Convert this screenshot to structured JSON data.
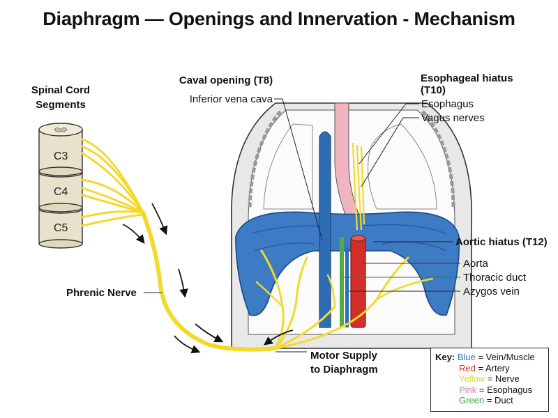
{
  "title": "Diaphragm — Openings and Innervation - Mechanism",
  "labels": {
    "spinal_cord_line1": "Spinal Cord",
    "spinal_cord_line2": "Segments",
    "c3": "C3",
    "c4": "C4",
    "c5": "C5",
    "phrenic_nerve": "Phrenic Nerve",
    "motor_supply_line1": "Motor Supply",
    "motor_supply_line2": "to Diaphragm",
    "caval_opening": "Caval opening (T8)",
    "inferior_vena_cava": "Inferior vena cava",
    "esophageal_hiatus_line1": "Esophageal hiatus",
    "esophageal_hiatus_line2": "(T10)",
    "esophagus": "Esophagus",
    "vagus_nerves": "Vagus nerves",
    "aortic_hiatus": "Aortic hiatus (T12)",
    "aorta": "Aorta",
    "thoracic_duct": "Thoracic duct",
    "azygos_vein": "Azygos vein"
  },
  "key": {
    "title": "Key:",
    "items": [
      {
        "color_word": "Blue",
        "meaning": " = Vein/Muscle",
        "color": "#2f6fb5"
      },
      {
        "color_word": "Red",
        "meaning": " = Artery",
        "color": "#c8322a"
      },
      {
        "color_word": "Yellow",
        "meaning": " = Nerve",
        "color": "#e3cf2a"
      },
      {
        "color_word": "Pink",
        "meaning": " = Esophagus",
        "color": "#d77fa9"
      },
      {
        "color_word": "Green",
        "meaning": " = Duct",
        "color": "#3f9f3c"
      }
    ]
  },
  "colors": {
    "muscle_blue": "#3d7cc4",
    "vein_blue": "#2e6db4",
    "artery_red": "#d32f2a",
    "nerve_yellow": "#f3d92c",
    "esophagus_pink": "#f1b5c0",
    "duct_green": "#4fae3f",
    "spine_tan": "#e9e1cb",
    "thorax_gray": "#e8e8e8"
  }
}
